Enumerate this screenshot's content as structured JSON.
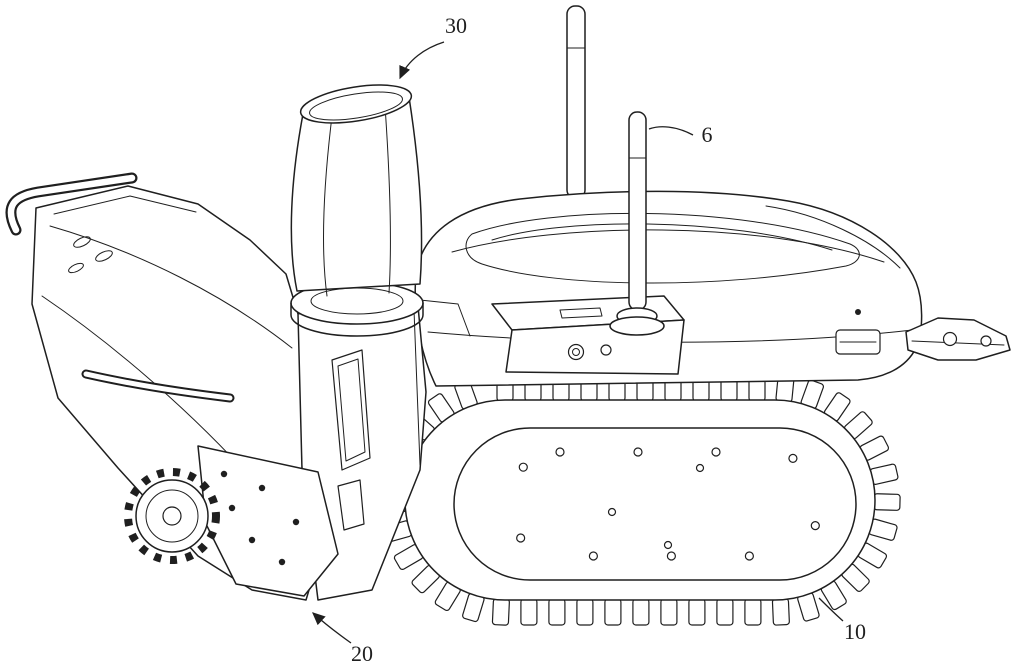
{
  "figure": {
    "background": "#ffffff",
    "line_color": "#1f1f1f",
    "labels": {
      "chute": {
        "text": "30"
      },
      "antenna": {
        "text": "6"
      },
      "housing": {
        "text": "20"
      },
      "track": {
        "text": "10"
      }
    }
  }
}
